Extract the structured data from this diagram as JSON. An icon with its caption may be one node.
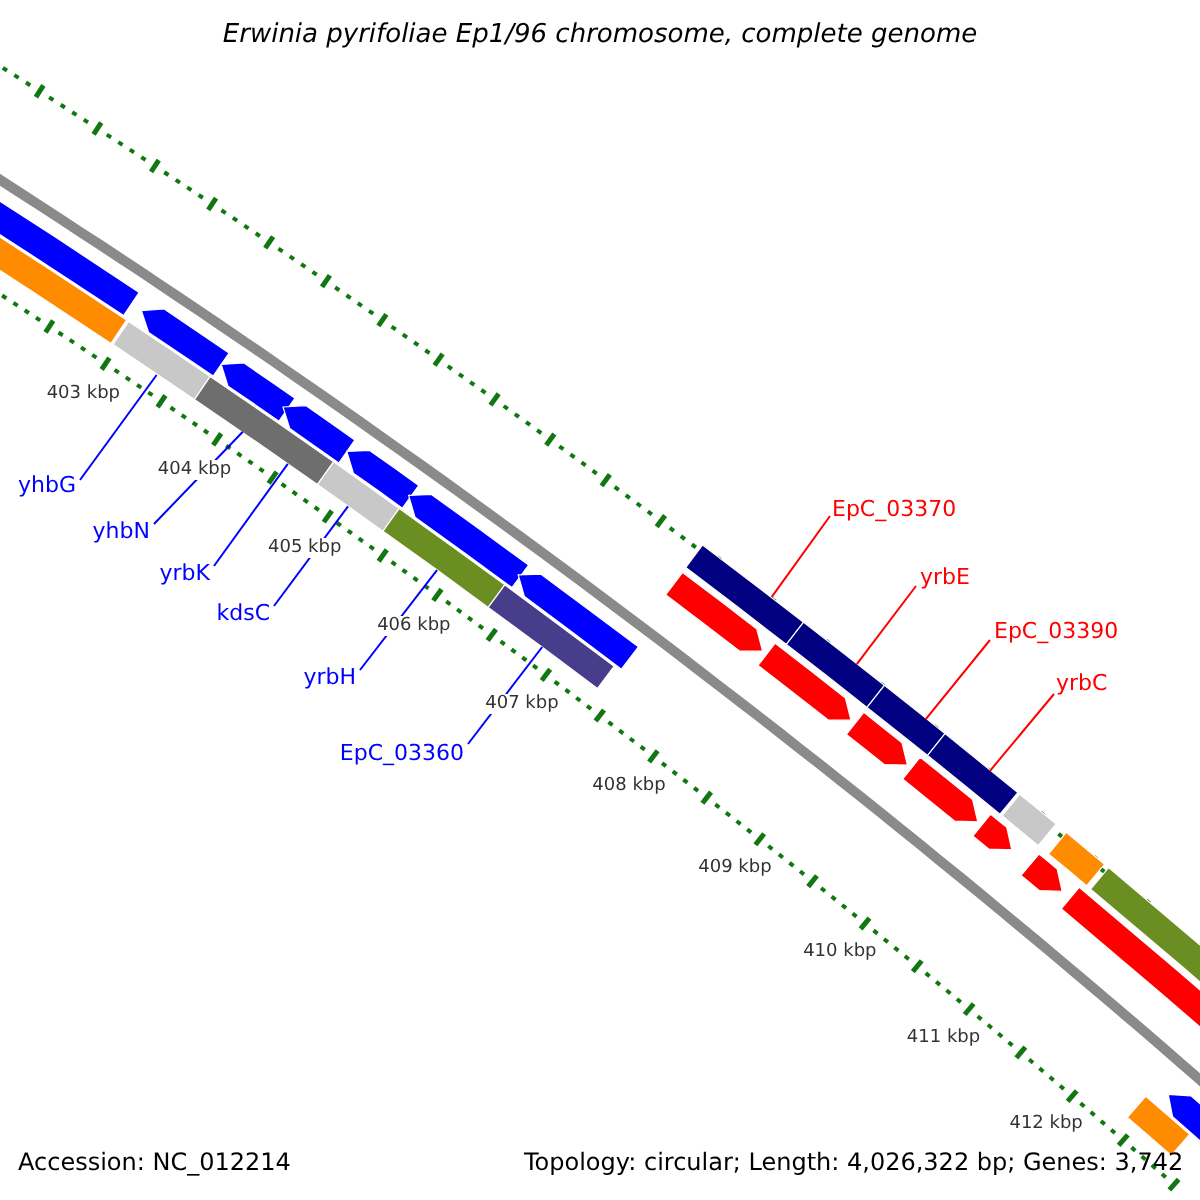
{
  "diagram": {
    "title": "Erwinia pyrifoliae Ep1/96 chromosome, complete genome",
    "nodes": [
      {
        "text": [
          "yhbG"
        ]
      },
      {
        "text": [
          "yhbN"
        ]
      },
      {
        "text": [
          "yrbK"
        ]
      },
      {
        "text": [
          "kdsC"
        ]
      },
      {
        "text": [
          "yrbH"
        ]
      },
      {
        "text": [
          "EpC_03360"
        ]
      },
      {
        "text": [
          "EpC_03370"
        ]
      },
      {
        "text": [
          "yrbE"
        ]
      },
      {
        "text": [
          "EpC_03390"
        ]
      },
      {
        "text": [
          "yrbC"
        ]
      },
      {
        "text": [],
        "shape": "bar"
      },
      {
        "text": [],
        "shape": "bar"
      },
      {
        "text": [],
        "shape": "bar"
      },
      {
        "text": [],
        "shape": "bar"
      },
      {
        "text": [],
        "shape": "bar"
      },
      {
        "text": [],
        "shape": "bar"
      },
      {
        "text": [],
        "shape": "bar"
      },
      {
        "text": [],
        "shape": "bar"
      },
      {
        "text": [],
        "shape": "bar"
      }
    ],
    "edges": [
      {
        "from": 0,
        "to": 10,
        "arrow": "none"
      },
      {
        "from": 1,
        "to": 11,
        "arrow": "none"
      },
      {
        "from": 2,
        "to": 11,
        "arrow": "none"
      },
      {
        "from": 3,
        "to": 12,
        "arrow": "none"
      },
      {
        "from": 4,
        "to": 13,
        "arrow": "none"
      },
      {
        "from": 5,
        "to": 14,
        "arrow": "none"
      },
      {
        "from": 6,
        "to": 15,
        "arrow": "none",
        "color": "#ff0000"
      },
      {
        "from": 7,
        "to": 16,
        "arrow": "none",
        "color": "#ff0000"
      },
      {
        "from": 8,
        "to": 17,
        "arrow": "none",
        "color": "#ff0000"
      },
      {
        "from": 9,
        "to": 18,
        "arrow": "none",
        "color": "#ff0000"
      }
    ],
    "labels": [
      "403 kbp",
      "404 kbp",
      "405 kbp",
      "406 kbp",
      "407 kbp",
      "408 kbp",
      "409 kbp",
      "410 kbp",
      "411 kbp",
      "412 kbp",
      "Accession: NC_012214",
      "Topology: circular; Length: 4,026,322 bp; Genes: 3,742"
    ]
  }
}
